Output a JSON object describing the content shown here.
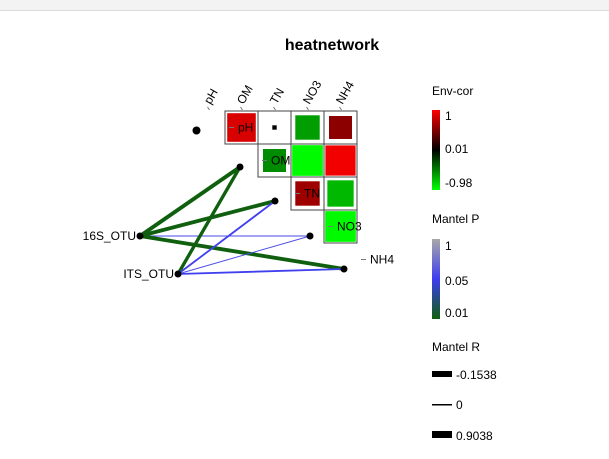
{
  "chart_data": {
    "type": "heatmap",
    "title": "heatnetwork",
    "variables": [
      "pH",
      "OM",
      "TN",
      "NO3",
      "NH4"
    ],
    "cells": [
      {
        "row": "pH",
        "col": "pH",
        "value": 1.0
      },
      {
        "row": "pH",
        "col": "OM",
        "value": 0.85
      },
      {
        "row": "pH",
        "col": "TN",
        "value": 0.02
      },
      {
        "row": "pH",
        "col": "NO3",
        "value": -0.62
      },
      {
        "row": "pH",
        "col": "NH4",
        "value": 0.55
      },
      {
        "row": "OM",
        "col": "OM",
        "value": 1.0
      },
      {
        "row": "OM",
        "col": "TN",
        "value": -0.55
      },
      {
        "row": "OM",
        "col": "NO3",
        "value": -0.98
      },
      {
        "row": "OM",
        "col": "NH4",
        "value": 0.95
      },
      {
        "row": "TN",
        "col": "TN",
        "value": 1.0
      },
      {
        "row": "TN",
        "col": "NO3",
        "value": 0.62
      },
      {
        "row": "TN",
        "col": "NH4",
        "value": -0.72
      },
      {
        "row": "NO3",
        "col": "NO3",
        "value": 1.0
      },
      {
        "row": "NO3",
        "col": "NH4",
        "value": -0.98
      },
      {
        "row": "NH4",
        "col": "NH4",
        "value": 1.0
      }
    ],
    "sources": [
      "16S_OTU",
      "ITS_OTU"
    ],
    "links": [
      {
        "source": "16S_OTU",
        "target": "OM",
        "mantel_r": 0.9,
        "mantel_p": 0.01
      },
      {
        "source": "16S_OTU",
        "target": "TN",
        "mantel_r": 0.9,
        "mantel_p": 0.01
      },
      {
        "source": "16S_OTU",
        "target": "NO3",
        "mantel_r": 0.05,
        "mantel_p": 0.15
      },
      {
        "source": "16S_OTU",
        "target": "NH4",
        "mantel_r": 0.9,
        "mantel_p": 0.01
      },
      {
        "source": "ITS_OTU",
        "target": "OM",
        "mantel_r": 0.75,
        "mantel_p": 0.01
      },
      {
        "source": "ITS_OTU",
        "target": "TN",
        "mantel_r": 0.3,
        "mantel_p": 0.08
      },
      {
        "source": "ITS_OTU",
        "target": "NO3",
        "mantel_r": 0.05,
        "mantel_p": 0.2
      },
      {
        "source": "ITS_OTU",
        "target": "NH4",
        "mantel_r": 0.3,
        "mantel_p": 0.08
      }
    ],
    "legend": {
      "env_cor": {
        "title": "Env-cor",
        "ticks": [
          "1",
          "0.01",
          "-0.98"
        ],
        "colors": [
          "#ff0000",
          "#000000",
          "#00ff00"
        ]
      },
      "mantel_p": {
        "title": "Mantel P",
        "ticks": [
          "1",
          "0.05",
          "0.01"
        ],
        "colors": [
          "#a8a8a8",
          "#3d3df0",
          "#0f5f0f"
        ]
      },
      "mantel_r": {
        "title": "Mantel R",
        "ticks": [
          "-0.1538",
          "0",
          "0.9038"
        ]
      }
    },
    "legend_placement": "right",
    "grid": false
  }
}
